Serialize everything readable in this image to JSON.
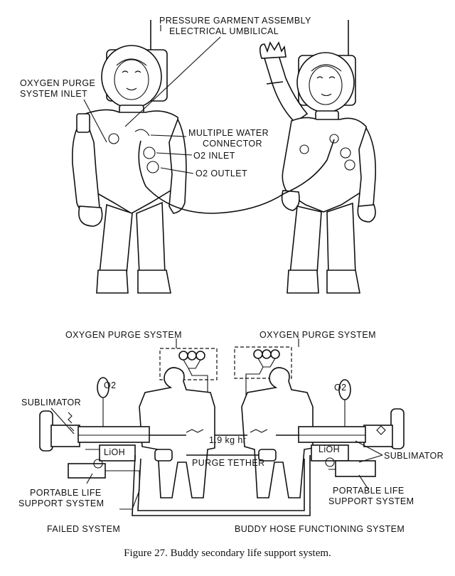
{
  "top_labels": {
    "pga_line1": "PRESSURE GARMENT ASSEMBLY",
    "pga_line2": "ELECTRICAL UMBILICAL",
    "ops_inlet_line1": "OXYGEN PURGE",
    "ops_inlet_line2": "SYSTEM INLET",
    "mwc_line1": "MULTIPLE WATER",
    "mwc_line2": "CONNECTOR",
    "o2_inlet": "O2 INLET",
    "o2_outlet": "O2 OUTLET"
  },
  "bottom_labels": {
    "ops_left": "OXYGEN PURGE SYSTEM",
    "ops_right": "OXYGEN PURGE SYSTEM",
    "o2_left": "O2",
    "o2_right": "O2",
    "sublimator_left": "SUBLIMATOR",
    "sublimator_right": "SUBLIMATOR",
    "lioh_left": "LiOH",
    "lioh_right": "LiOH",
    "flow_rate": "1.9 kg hr",
    "purge_tether": "PURGE TETHER",
    "plss_left_line1": "PORTABLE LIFE",
    "plss_left_line2": "SUPPORT SYSTEM",
    "plss_right_line1": "PORTABLE LIFE",
    "plss_right_line2": "SUPPORT SYSTEM",
    "failed_system": "FAILED SYSTEM",
    "buddy_system": "BUDDY HOSE FUNCTIONING SYSTEM"
  },
  "caption": "Figure 27.  Buddy secondary life support system."
}
